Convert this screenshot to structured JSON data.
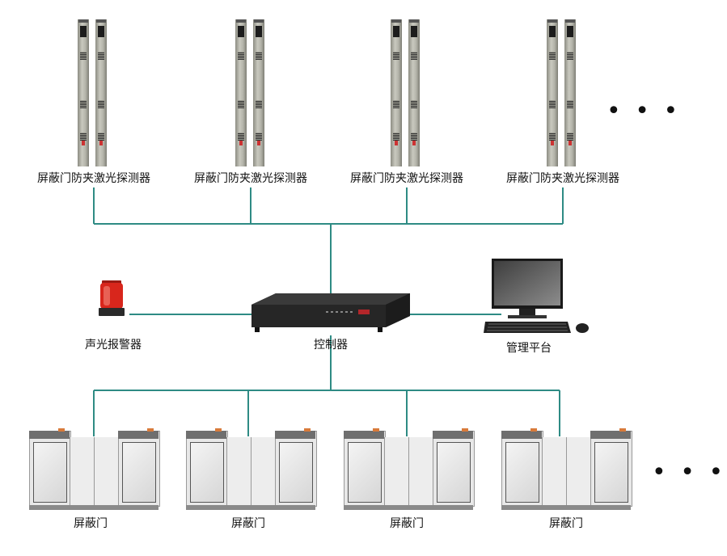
{
  "detectors": [
    {
      "label": "屏蔽门防夹激光探测器"
    },
    {
      "label": "屏蔽门防夹激光探测器"
    },
    {
      "label": "屏蔽门防夹激光探测器"
    },
    {
      "label": "屏蔽门防夹激光探测器"
    }
  ],
  "gates": [
    {
      "label": "屏蔽门"
    },
    {
      "label": "屏蔽门"
    },
    {
      "label": "屏蔽门"
    },
    {
      "label": "屏蔽门"
    }
  ],
  "controller": {
    "label": "控制器"
  },
  "alarm": {
    "label": "声光报警器"
  },
  "platform": {
    "label": "管理平台"
  },
  "ellipsis": "• • •",
  "colors": {
    "wire": "#2e8b84",
    "alarm_red": "#d8261c"
  }
}
